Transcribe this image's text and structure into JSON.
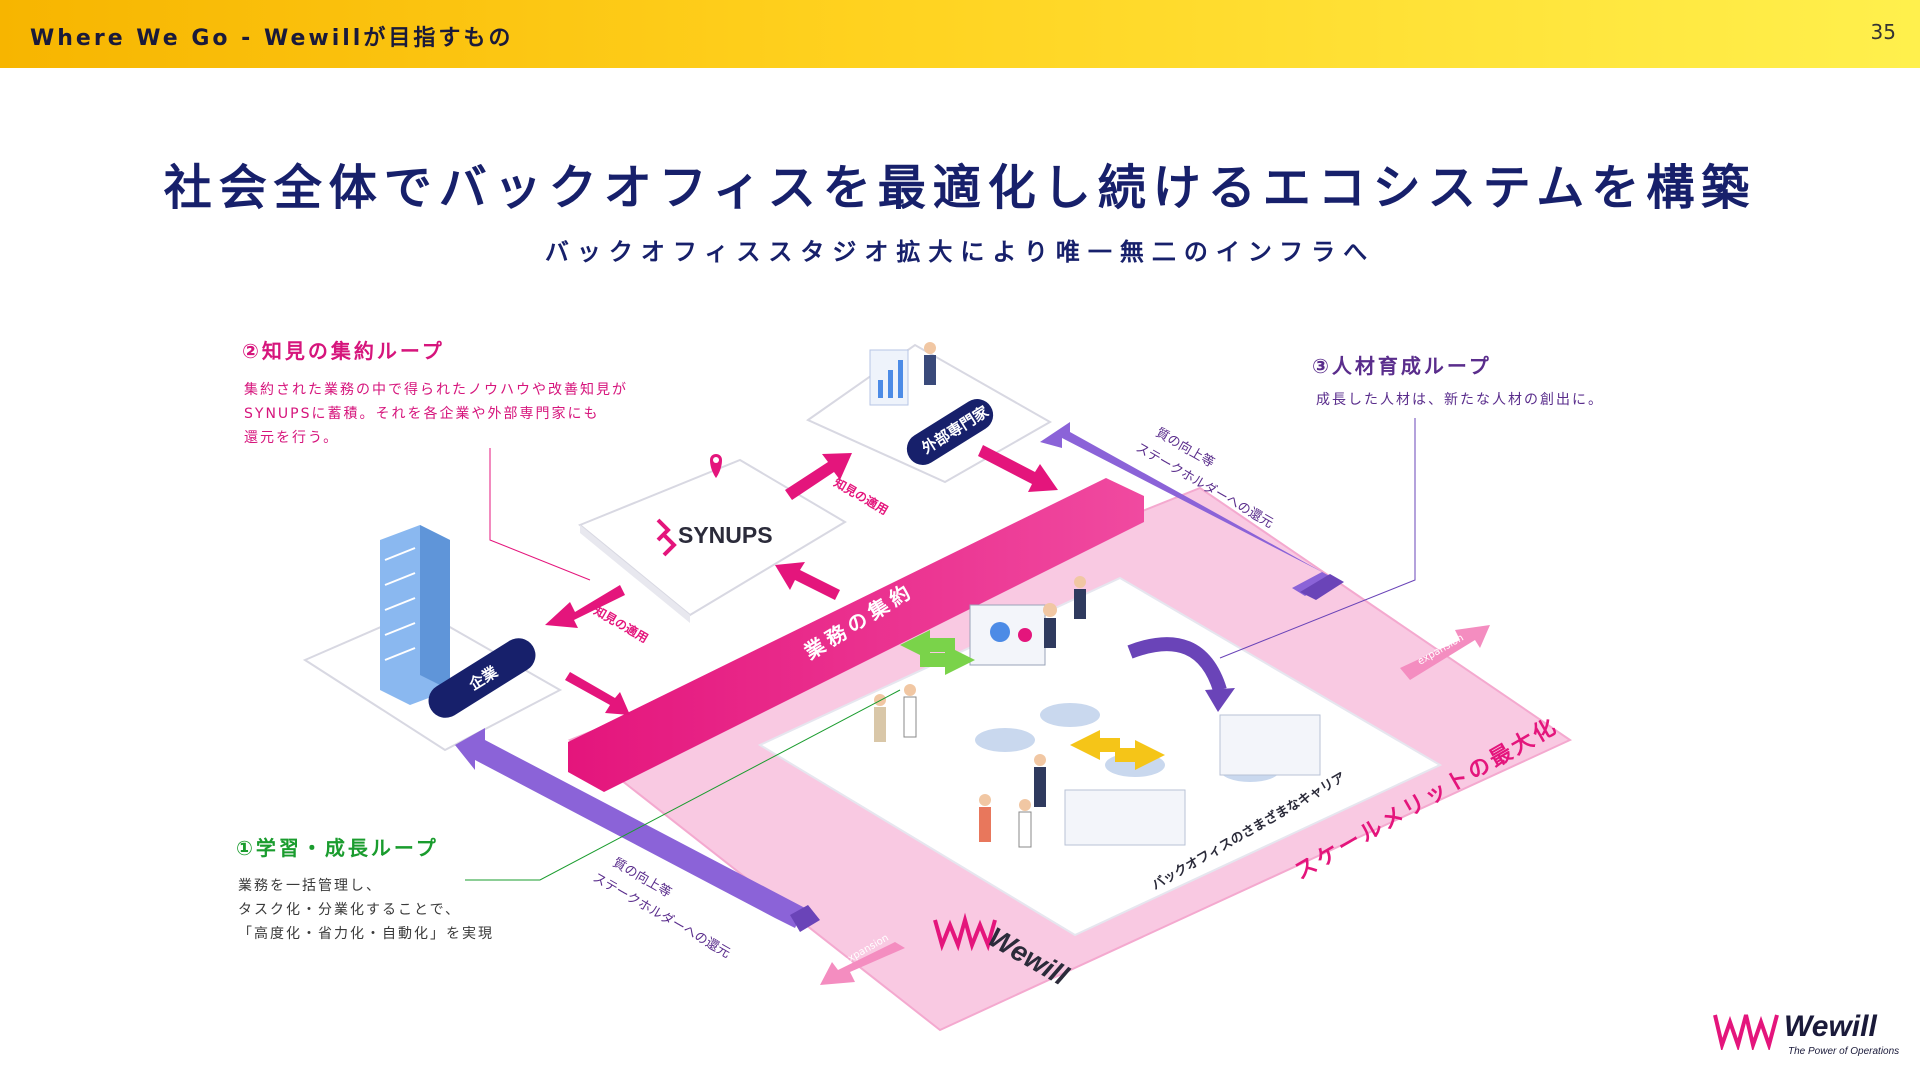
{
  "header": {
    "title": "Where We Go - Wewillが目指すもの",
    "page_number": "35"
  },
  "title": "社会全体でバックオフィスを最適化し続けるエコシステムを構築",
  "subtitle": "バックオフィススタジオ拡大により唯一無二のインフラへ",
  "loops": {
    "knowledge": {
      "title": "②知見の集約ループ",
      "lines": [
        "集約された業務の中で得られたノウハウや改善知見が",
        "SYNUPSに蓄積。それを各企業や外部専門家にも",
        "還元を行う。"
      ]
    },
    "talent": {
      "title": "③人材育成ループ",
      "lines": [
        "成長した人材は、新たな人材の創出に。"
      ]
    },
    "learning": {
      "title": "①学習・成長ループ",
      "lines": [
        "業務を一括管理し、",
        "タスク化・分業化することで、",
        "「高度化・省力化・自動化」を実現"
      ]
    }
  },
  "diagram": {
    "experts_label": "外部専門家",
    "company_label": "企業",
    "synups_label": "SYNUPS",
    "consolidation_label": "業務の集約",
    "knowledge_apply_upper": "知見の適用",
    "knowledge_apply_lower": "知見の適用",
    "quality_upper_1": "質の向上等",
    "quality_upper_2": "ステークホルダーへの還元",
    "quality_lower_1": "質の向上等",
    "quality_lower_2": "ステークホルダーへの還元",
    "career_label": "バックオフィスのさまざまなキャリア",
    "scale_label": "スケールメリットの最大化",
    "expansion_right": "expansion",
    "expansion_left": "expansion"
  },
  "logo": {
    "word": "Wewill",
    "tagline": "The Power of Operations"
  },
  "colors": {
    "navy": "#17206b",
    "magenta": "#e4157c",
    "purple": "#8b63d8",
    "green": "#1a9c2e",
    "pink_field": "#f9c9e2"
  }
}
